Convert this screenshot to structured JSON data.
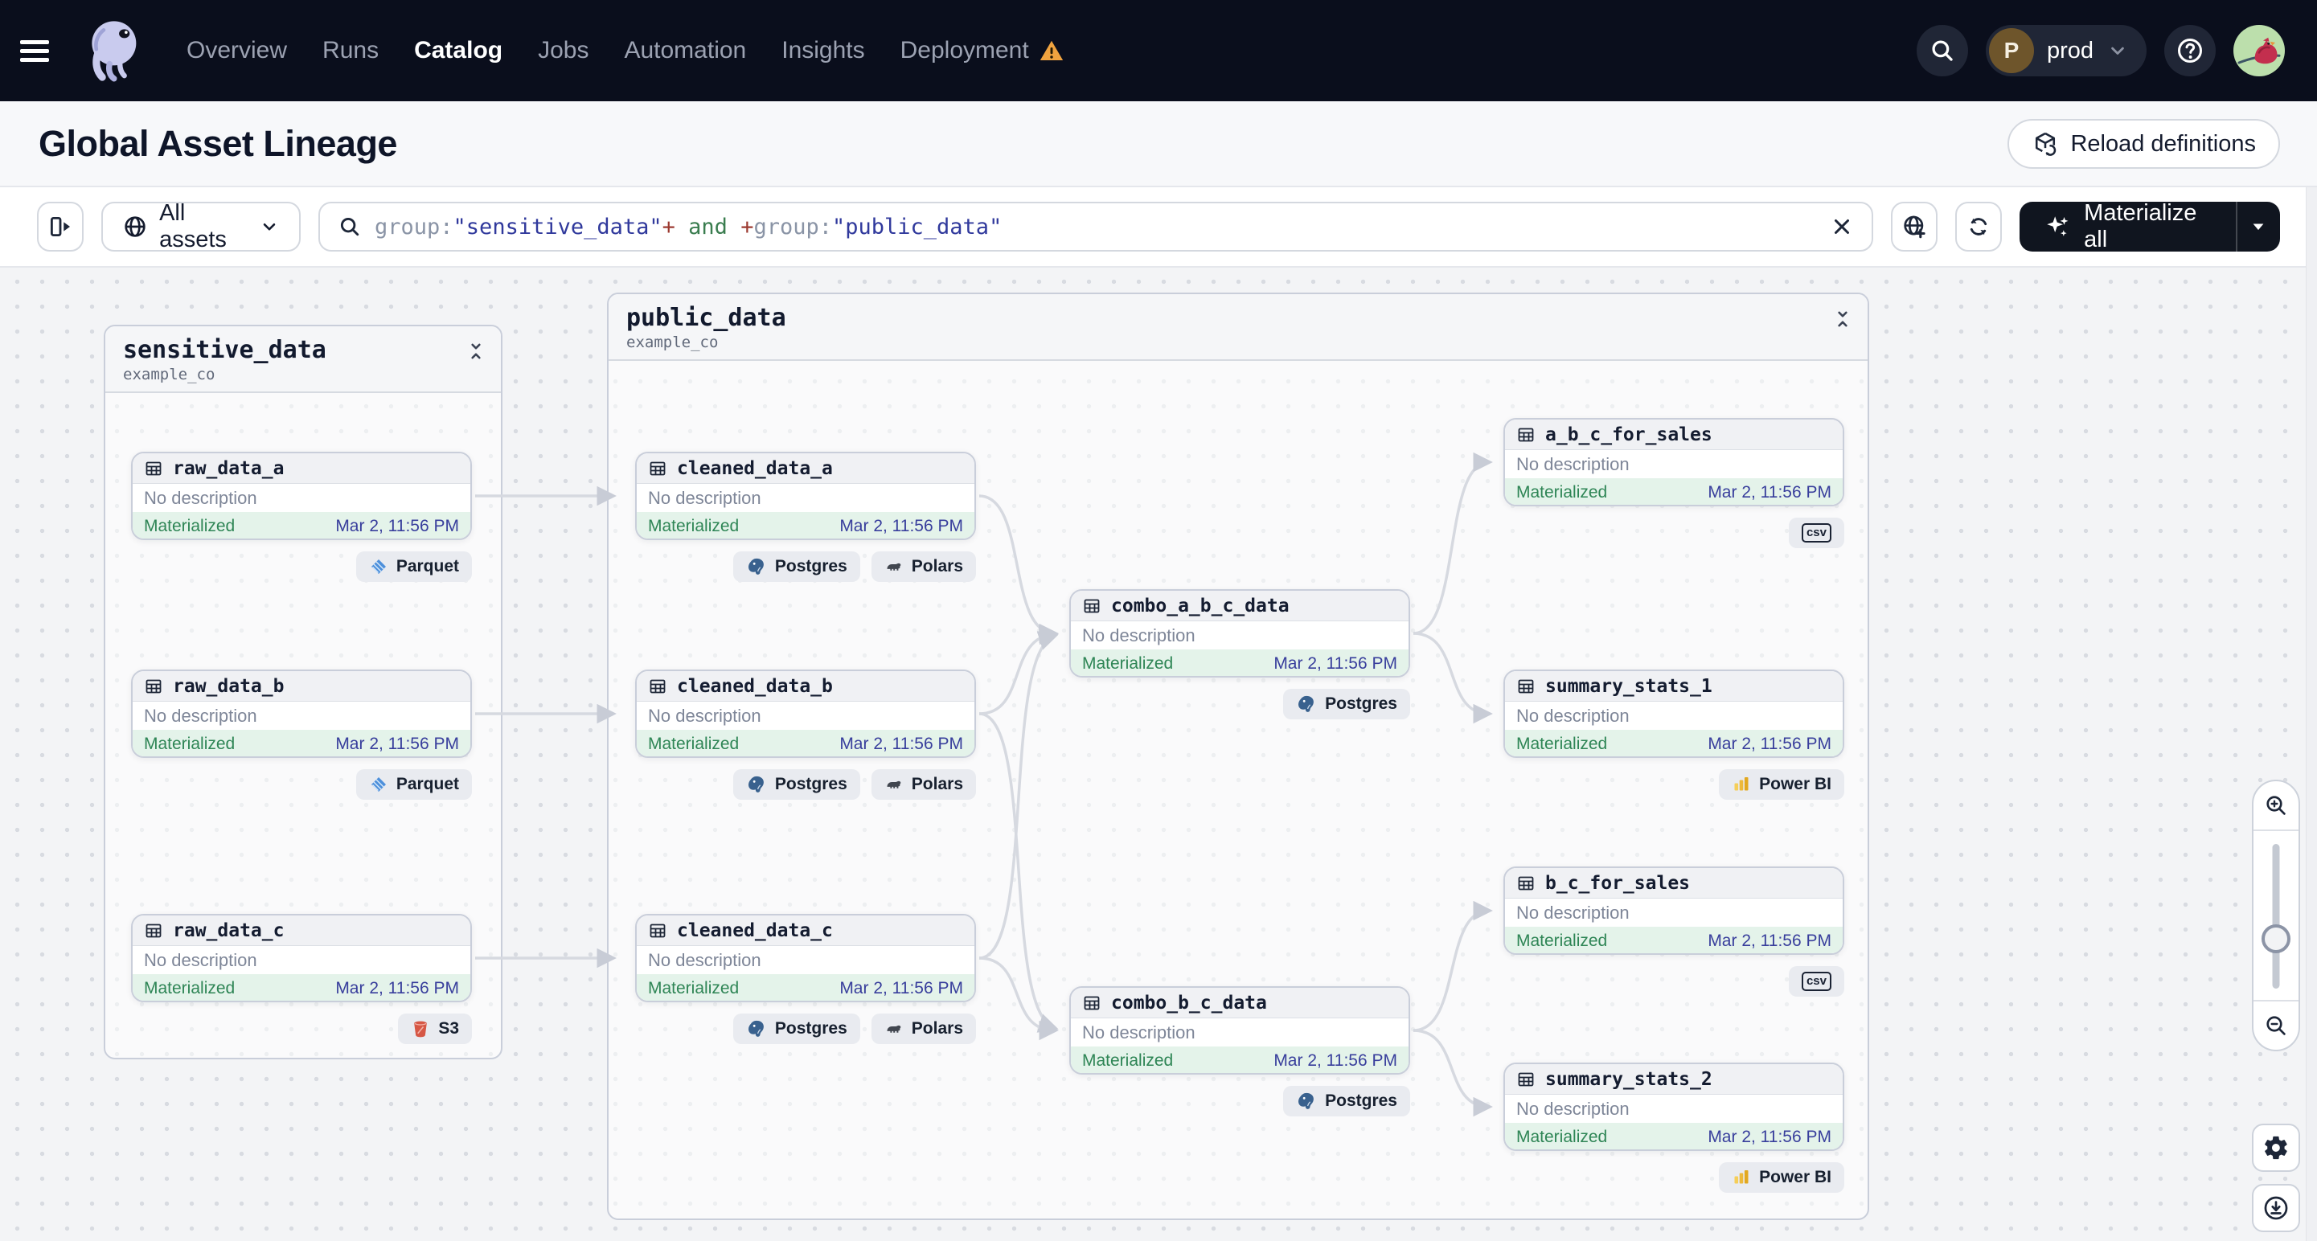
{
  "nav": {
    "items": [
      {
        "label": "Overview"
      },
      {
        "label": "Runs"
      },
      {
        "label": "Catalog"
      },
      {
        "label": "Jobs"
      },
      {
        "label": "Automation"
      },
      {
        "label": "Insights"
      },
      {
        "label": "Deployment"
      }
    ],
    "active_item": "Catalog",
    "environment": {
      "initial": "P",
      "name": "prod"
    }
  },
  "header": {
    "title": "Global Asset Lineage",
    "reload_button": "Reload definitions"
  },
  "toolbar": {
    "scope_button": "All assets",
    "materialize_button": "Materialize all",
    "search": {
      "tokens": [
        {
          "text": "group:",
          "type": "field"
        },
        {
          "text": "\"sensitive_data\"",
          "type": "value"
        },
        {
          "text": "+",
          "type": "operator"
        },
        {
          "text": " and ",
          "type": "keyword"
        },
        {
          "text": "+",
          "type": "operator"
        },
        {
          "text": "group:",
          "type": "field"
        },
        {
          "text": "\"public_data\"",
          "type": "value"
        }
      ]
    }
  },
  "graph": {
    "groups": [
      {
        "name": "sensitive_data",
        "repo": "example_co"
      },
      {
        "name": "public_data",
        "repo": "example_co"
      }
    ],
    "nodes": [
      {
        "name": "raw_data_a",
        "description": "No description",
        "status": "Materialized",
        "timestamp": "Mar 2, 11:56 PM",
        "badges": [
          {
            "label": "Parquet",
            "icon": "parquet-icon"
          }
        ]
      },
      {
        "name": "raw_data_b",
        "description": "No description",
        "status": "Materialized",
        "timestamp": "Mar 2, 11:56 PM",
        "badges": [
          {
            "label": "Parquet",
            "icon": "parquet-icon"
          }
        ]
      },
      {
        "name": "raw_data_c",
        "description": "No description",
        "status": "Materialized",
        "timestamp": "Mar 2, 11:56 PM",
        "badges": [
          {
            "label": "S3",
            "icon": "s3-icon"
          }
        ]
      },
      {
        "name": "cleaned_data_a",
        "description": "No description",
        "status": "Materialized",
        "timestamp": "Mar 2, 11:56 PM",
        "badges": [
          {
            "label": "Postgres",
            "icon": "postgres-icon"
          },
          {
            "label": "Polars",
            "icon": "polars-icon"
          }
        ]
      },
      {
        "name": "cleaned_data_b",
        "description": "No description",
        "status": "Materialized",
        "timestamp": "Mar 2, 11:56 PM",
        "badges": [
          {
            "label": "Postgres",
            "icon": "postgres-icon"
          },
          {
            "label": "Polars",
            "icon": "polars-icon"
          }
        ]
      },
      {
        "name": "cleaned_data_c",
        "description": "No description",
        "status": "Materialized",
        "timestamp": "Mar 2, 11:56 PM",
        "badges": [
          {
            "label": "Postgres",
            "icon": "postgres-icon"
          },
          {
            "label": "Polars",
            "icon": "polars-icon"
          }
        ]
      },
      {
        "name": "combo_a_b_c_data",
        "description": "No description",
        "status": "Materialized",
        "timestamp": "Mar 2, 11:56 PM",
        "badges": [
          {
            "label": "Postgres",
            "icon": "postgres-icon"
          }
        ]
      },
      {
        "name": "combo_b_c_data",
        "description": "No description",
        "status": "Materialized",
        "timestamp": "Mar 2, 11:56 PM",
        "badges": [
          {
            "label": "Postgres",
            "icon": "postgres-icon"
          }
        ]
      },
      {
        "name": "a_b_c_for_sales",
        "description": "No description",
        "status": "Materialized",
        "timestamp": "Mar 2, 11:56 PM",
        "badges": [
          {
            "label": "csv",
            "icon": "csv-icon"
          }
        ]
      },
      {
        "name": "summary_stats_1",
        "description": "No description",
        "status": "Materialized",
        "timestamp": "Mar 2, 11:56 PM",
        "badges": [
          {
            "label": "Power BI",
            "icon": "powerbi-icon"
          }
        ]
      },
      {
        "name": "b_c_for_sales",
        "description": "No description",
        "status": "Materialized",
        "timestamp": "Mar 2, 11:56 PM",
        "badges": [
          {
            "label": "csv",
            "icon": "csv-icon"
          }
        ]
      },
      {
        "name": "summary_stats_2",
        "description": "No description",
        "status": "Materialized",
        "timestamp": "Mar 2, 11:56 PM",
        "badges": [
          {
            "label": "Power BI",
            "icon": "powerbi-icon"
          }
        ]
      }
    ],
    "edges": [
      {
        "from": "raw_data_a",
        "to": "cleaned_data_a"
      },
      {
        "from": "raw_data_b",
        "to": "cleaned_data_b"
      },
      {
        "from": "raw_data_c",
        "to": "cleaned_data_c"
      },
      {
        "from": "cleaned_data_a",
        "to": "combo_a_b_c_data"
      },
      {
        "from": "cleaned_data_b",
        "to": "combo_a_b_c_data"
      },
      {
        "from": "cleaned_data_c",
        "to": "combo_a_b_c_data"
      },
      {
        "from": "cleaned_data_b",
        "to": "combo_b_c_data"
      },
      {
        "from": "cleaned_data_c",
        "to": "combo_b_c_data"
      },
      {
        "from": "combo_a_b_c_data",
        "to": "a_b_c_for_sales"
      },
      {
        "from": "combo_a_b_c_data",
        "to": "summary_stats_1"
      },
      {
        "from": "combo_b_c_data",
        "to": "b_c_for_sales"
      },
      {
        "from": "combo_b_c_data",
        "to": "summary_stats_2"
      }
    ]
  },
  "colors": {
    "nav_background": "#0A0E1C",
    "warning_orange": "#F0A33F",
    "materialized_green": "#2E8555",
    "timestamp_indigo": "#383E9C",
    "query_value_indigo": "#30399C",
    "query_keyword_green": "#3A7D4F",
    "query_operator_red": "#9C3A30",
    "edge_gray": "#D6D9E0",
    "accent_dark": "#10151F"
  }
}
